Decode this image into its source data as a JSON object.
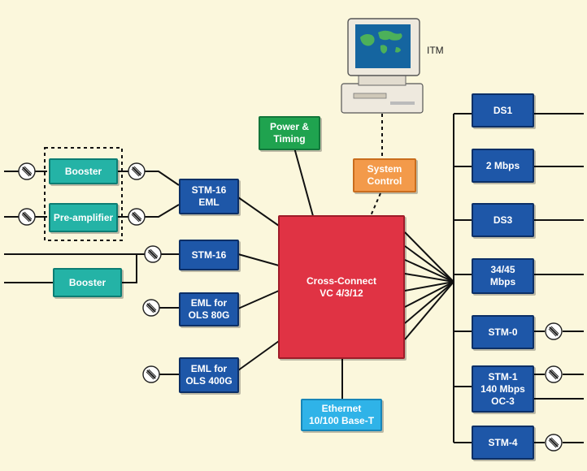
{
  "computer_label": "ITM",
  "nodes": {
    "power": "Power &\nTiming",
    "system_control": "System\nControl",
    "crossconnect": "Cross-Connect\nVC 4/3/12",
    "ethernet": "Ethernet\n10/100 Base-T",
    "booster_top": "Booster",
    "preamp": "Pre-amplifier",
    "booster_bottom": "Booster",
    "stm16_eml": "STM-16\nEML",
    "stm16": "STM-16",
    "eml_80g": "EML for\nOLS 80G",
    "eml_400g": "EML for\nOLS 400G",
    "ds1": "DS1",
    "mbps2": "2 Mbps",
    "ds3": "DS3",
    "mbps3445": "34/45\nMbps",
    "stm0": "STM-0",
    "stm1": "STM-1\n140 Mbps\nOC-3",
    "stm4": "STM-4"
  },
  "colors": {
    "background": "#fbf7dc",
    "line_box": "#1e57a8",
    "amplifier": "#24b3a6",
    "power": "#1fa34f",
    "system_control": "#f39a4a",
    "crossconnect": "#e03344",
    "ethernet": "#2fb3e8"
  }
}
